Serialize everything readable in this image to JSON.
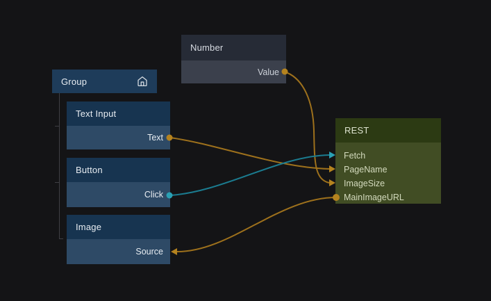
{
  "app": {
    "view": "node-graph-editor"
  },
  "colors": {
    "background": "#141416",
    "wire_orange": "#9e711c",
    "wire_teal": "#1b7c90",
    "port_orange": "#b5831f",
    "port_teal": "#2aa0b4",
    "group_header": "#1e3c5a",
    "blue_node_header": "#173450",
    "blue_node_body": "#2e4a66",
    "number_header": "#262b36",
    "number_body": "#3b404c",
    "rest_header": "#2c3a13",
    "rest_body": "#414d24"
  },
  "nodes": {
    "group": {
      "title": "Group",
      "icon": "home-icon"
    },
    "text_input": {
      "title": "Text Input",
      "ports": [
        {
          "label": "Text",
          "kind": "output"
        }
      ]
    },
    "button": {
      "title": "Button",
      "ports": [
        {
          "label": "Click",
          "kind": "output"
        }
      ]
    },
    "image": {
      "title": "Image",
      "ports": [
        {
          "label": "Source",
          "kind": "input"
        }
      ]
    },
    "number": {
      "title": "Number",
      "ports": [
        {
          "label": "Value",
          "kind": "output"
        }
      ]
    },
    "rest": {
      "title": "REST",
      "ports": [
        {
          "label": "Fetch",
          "kind": "input",
          "color": "#2aa0b4"
        },
        {
          "label": "PageName",
          "kind": "input",
          "color": "#b5831f"
        },
        {
          "label": "ImageSize",
          "kind": "input",
          "color": "#b5831f"
        },
        {
          "label": "MainImageURL",
          "kind": "output",
          "color": "#b5831f"
        }
      ]
    }
  },
  "connections": [
    {
      "from": "Number.Value",
      "to": "REST.ImageSize",
      "color": "#9e711c"
    },
    {
      "from": "Text Input.Text",
      "to": "REST.PageName",
      "color": "#9e711c"
    },
    {
      "from": "Button.Click",
      "to": "REST.Fetch",
      "color": "#1b7c90"
    },
    {
      "from": "REST.MainImageURL",
      "to": "Image.Source",
      "color": "#9e711c"
    }
  ]
}
